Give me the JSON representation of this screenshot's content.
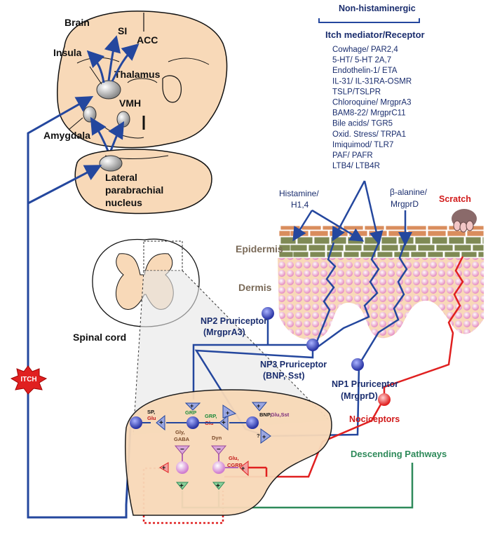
{
  "brain": {
    "title": "Brain",
    "si": "SI",
    "acc": "ACC",
    "insula": "Insula",
    "thalamus": "Thalamus",
    "vmh": "VMH",
    "amygdala": "Amygdala",
    "lpb_line1": "Lateral",
    "lpb_line2": "parabrachial",
    "lpb_line3": "nucleus"
  },
  "spinal": {
    "title": "Spinal cord"
  },
  "itch_badge": "ITCH",
  "mediators": {
    "header": "Non-histaminergic",
    "subheader": "Itch mediator/Receptor",
    "items": [
      "Cowhage/ PAR2,4",
      "5-HT/ 5-HT 2A,7",
      "Endothelin-1/ ETA",
      "IL-31/ IL-31RA-OSMR",
      "TSLP/TSLPR",
      "Chloroquine/ MrgprA3",
      "BAM8-22/ MrgprC11",
      "Bile acids/ TGR5",
      "Oxid. Stress/ TRPA1",
      "Imiquimod/ TLR7",
      "PAF/ PAFR",
      "LTB4/ LTB4R"
    ]
  },
  "skin": {
    "histamine_line1": "Histamine/",
    "histamine_line2": "H1,4",
    "balanine_line1": "β-alanine/",
    "balanine_line2": "MrgprD",
    "scratch": "Scratch",
    "epidermis": "Epidermis",
    "dermis": "Dermis"
  },
  "neurons": {
    "np2_line1": "NP2 Pruriceptor",
    "np2_line2": "(MrgprA3)",
    "np3_line1": "NP3 Pruriceptor",
    "np3_line2": "(BNP, Sst)",
    "np1_line1": "NP1 Pruriceptor",
    "np1_line2": "(MrgprD)",
    "nociceptors": "Nociceptors",
    "descending": "Descending Pathways"
  },
  "dorsal_horn": {
    "sp": "SP,",
    "glu1": "Glu",
    "grp1": "GRP",
    "grp2": "GRP,",
    "glu2": "Glu",
    "bnp": "BNP,",
    "glu_sst": "Glu,Sst",
    "q": "?",
    "gly": "Gly,",
    "gaba": "GABA",
    "dyn": "Dyn",
    "glu3": "Glu,",
    "cgrp": "CGRP"
  },
  "colors": {
    "blue": "#24479e",
    "dark_blue": "#1a2d6e",
    "red": "#e02020",
    "green": "#2e8a5a",
    "skin": "#f8d9b8",
    "epidermis_green": "#7f8a55",
    "epidermis_brown": "#d98d5d",
    "dermis_pink": "#ecb6d8"
  }
}
